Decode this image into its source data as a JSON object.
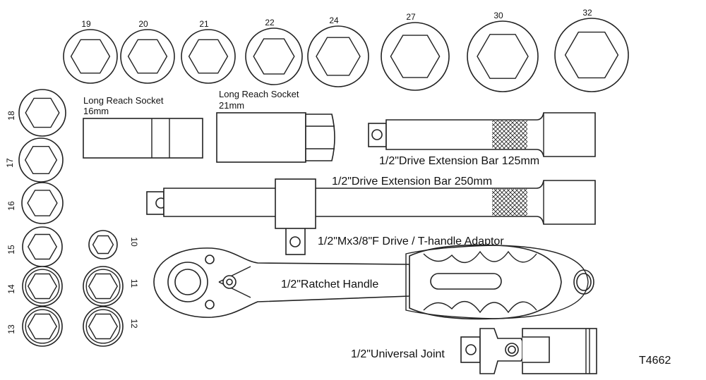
{
  "top_sockets": [
    "19",
    "20",
    "21",
    "22",
    "24",
    "27",
    "30",
    "32"
  ],
  "left_sockets": [
    "18",
    "17",
    "16",
    "15",
    "14",
    "13"
  ],
  "small_sockets": [
    "10",
    "11",
    "12"
  ],
  "long_reach_16": {
    "line1": "Long Reach Socket",
    "line2": "16mm"
  },
  "long_reach_21": {
    "line1": "Long Reach Socket",
    "line2": "21mm"
  },
  "ext_125": "1/2\"Drive Extension Bar 125mm",
  "ext_250": "1/2\"Drive Extension Bar 250mm",
  "adaptor": "1/2\"Mx3/8\"F Drive / T-handle Adaptor",
  "ratchet": "1/2\"Ratchet Handle",
  "ujoint": "1/2\"Universal Joint",
  "code": "T4662",
  "colors": {
    "line": "#222222",
    "background": "#ffffff"
  }
}
